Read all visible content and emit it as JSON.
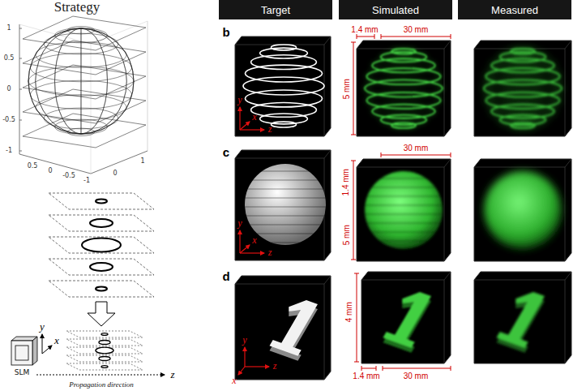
{
  "diagram": {
    "nodes": [
      {
        "text": [
          "Target"
        ]
      },
      {
        "text": [
          "Simulated"
        ]
      },
      {
        "text": [
          "Measured"
        ]
      }
    ],
    "labels": [
      "Strategy",
      "1",
      "0.5",
      "0",
      "-0.5",
      "-1",
      "0.5",
      "0",
      "-0.5",
      "-1",
      "0",
      "1",
      "y",
      "x",
      "SLM",
      "Propagation direction",
      "z",
      "b",
      "y",
      "x",
      "z",
      "1.4 mm",
      "30 mm",
      "5 mm",
      "c",
      "y",
      "x",
      "z",
      "30 mm",
      "1.4 mm",
      "5 mm",
      "d",
      "y",
      "x",
      "z",
      "4 mm",
      "1.4 mm",
      "30 mm"
    ]
  }
}
